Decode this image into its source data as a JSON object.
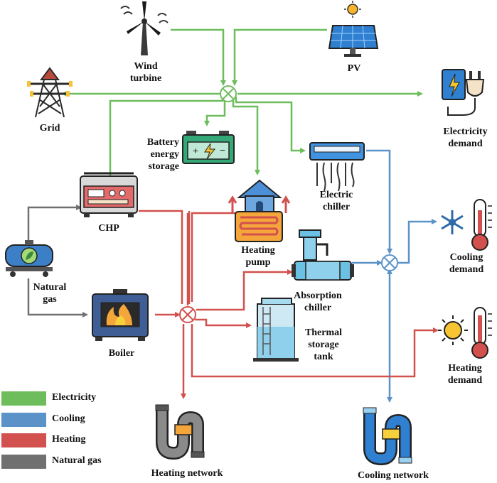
{
  "colors": {
    "electricity": "#6dbd5c",
    "cooling": "#5b93c9",
    "heating": "#d2504d",
    "natural_gas": "#707070"
  },
  "nodes": {
    "wind_turbine": "Wind\nturbine",
    "pv": "PV",
    "grid": "Grid",
    "electricity_demand": "Electricity\ndemand",
    "battery": "Battery\nenergy\nstorage",
    "electric_chiller": "Electric\nchiller",
    "chp": "CHP",
    "heating_pump": "Heating\npump",
    "natural_gas": "Natural\ngas",
    "absorption_chiller": "Absorption\nchiller",
    "cooling_demand": "Cooling\ndemand",
    "boiler": "Boiler",
    "thermal_storage": "Thermal\nstorage\ntank",
    "heating_demand": "Heating\ndemand",
    "heating_network": "Heating network",
    "cooling_network": "Cooling network"
  },
  "legend": [
    {
      "label": "Electricity",
      "color": "#6dbd5c"
    },
    {
      "label": "Cooling",
      "color": "#5b93c9"
    },
    {
      "label": "Heating",
      "color": "#d2504d"
    },
    {
      "label": "Natural gas",
      "color": "#707070"
    }
  ],
  "icons": {
    "wind_turbine": "wind-turbine-icon",
    "pv": "solar-panel-icon",
    "grid": "transmission-tower-icon",
    "electricity_demand": "plug-icon",
    "battery": "battery-icon",
    "electric_chiller": "air-conditioner-icon",
    "chp": "generator-icon",
    "heating_pump": "heat-pump-icon",
    "natural_gas": "gas-tank-icon",
    "absorption_chiller": "absorption-chiller-icon",
    "cooling_demand": "snowflake-thermometer-icon",
    "boiler": "boiler-icon",
    "thermal_storage": "storage-tank-icon",
    "heating_demand": "sun-thermometer-icon",
    "heating_network": "red-pipe-icon",
    "cooling_network": "blue-pipe-icon"
  }
}
